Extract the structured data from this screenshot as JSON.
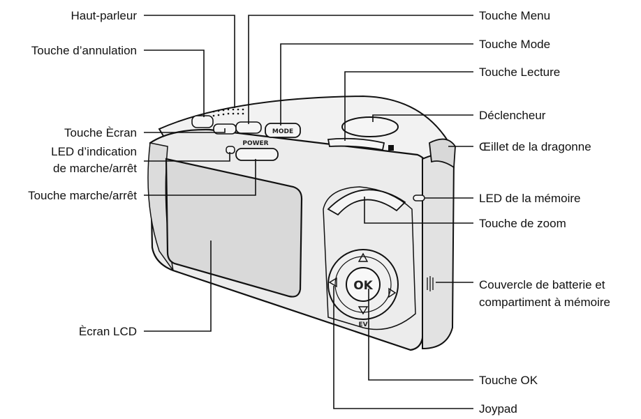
{
  "labels_left": {
    "haut_parleur": "Haut-parleur",
    "touche_annulation": "Touche d’annulation",
    "touche_ecran": "Touche Ècran",
    "led_indication_line1": "LED d’indication",
    "led_indication_line2": "de marche/arrêt",
    "touche_marche_arret": "Touche marche/arrêt",
    "ecran_lcd": "Ècran LCD"
  },
  "labels_right": {
    "touche_menu": "Touche Menu",
    "touche_mode": "Touche Mode",
    "touche_lecture": "Touche Lecture",
    "declencheur": "Déclencheur",
    "oeillet": "Œillet de la dragonne",
    "led_memoire": "LED de la mémoire",
    "touche_zoom": "Touche de zoom",
    "couvercle_line1": "Couvercle de batterie et",
    "couvercle_line2": "compartiment à mémoire",
    "touche_ok": "Touche OK",
    "joypad": "Joypad"
  },
  "camera_text": {
    "power": "POWER",
    "mode": "MODE",
    "ok": "OK",
    "ev": "EV"
  },
  "colors": {
    "ink": "#111111",
    "body": "#ececec",
    "screen": "#d9d9d9"
  }
}
